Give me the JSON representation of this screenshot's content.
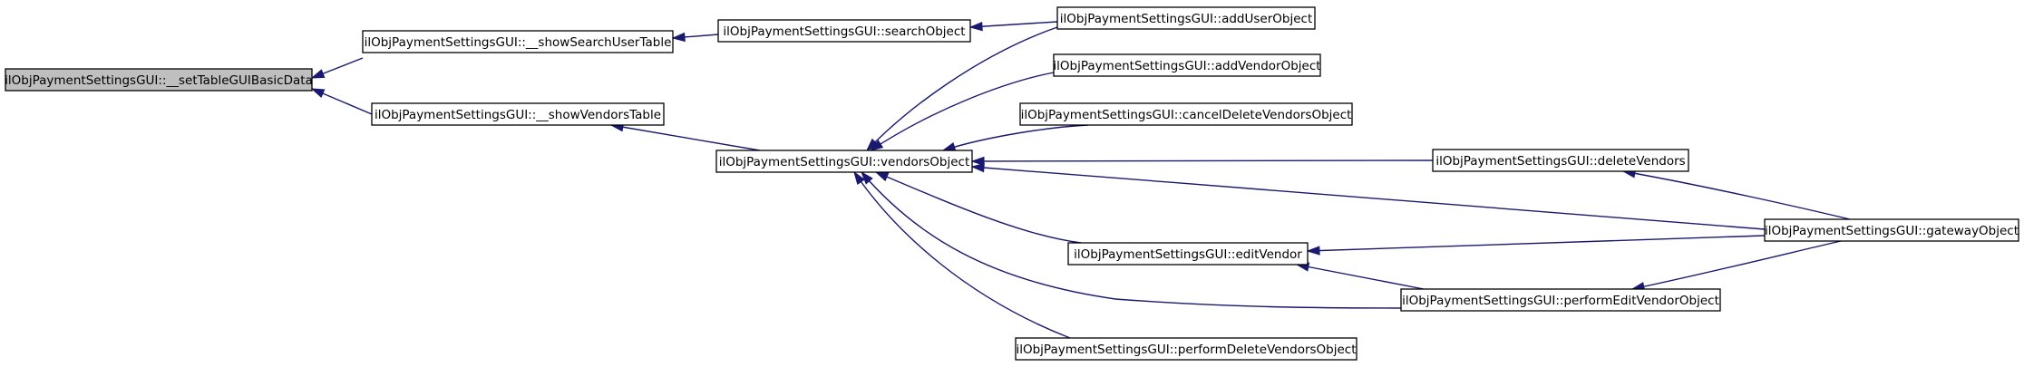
{
  "nodes": [
    {
      "id": "setTableGUIBasicData",
      "label": "ilObjPaymentSettingsGUI::__setTableGUIBasicData",
      "highlight": true
    },
    {
      "id": "showSearchUserTable",
      "label": "ilObjPaymentSettingsGUI::__showSearchUserTable"
    },
    {
      "id": "showVendorsTable",
      "label": "ilObjPaymentSettingsGUI::__showVendorsTable"
    },
    {
      "id": "searchObject",
      "label": "ilObjPaymentSettingsGUI::searchObject"
    },
    {
      "id": "vendorsObject",
      "label": "ilObjPaymentSettingsGUI::vendorsObject"
    },
    {
      "id": "addUserObject",
      "label": "ilObjPaymentSettingsGUI::addUserObject"
    },
    {
      "id": "addVendorObject",
      "label": "ilObjPaymentSettingsGUI::addVendorObject"
    },
    {
      "id": "cancelDeleteVendorsObject",
      "label": "ilObjPaymentSettingsGUI::cancelDeleteVendorsObject"
    },
    {
      "id": "editVendor",
      "label": "ilObjPaymentSettingsGUI::editVendor"
    },
    {
      "id": "performDeleteVendorsObject",
      "label": "ilObjPaymentSettingsGUI::performDeleteVendorsObject"
    },
    {
      "id": "deleteVendors",
      "label": "ilObjPaymentSettingsGUI::deleteVendors"
    },
    {
      "id": "performEditVendorObject",
      "label": "ilObjPaymentSettingsGUI::performEditVendorObject"
    },
    {
      "id": "gatewayObject",
      "label": "ilObjPaymentSettingsGUI::gatewayObject"
    }
  ],
  "edges": [
    {
      "from": "setTableGUIBasicData",
      "to": "showSearchUserTable"
    },
    {
      "from": "setTableGUIBasicData",
      "to": "showVendorsTable"
    },
    {
      "from": "showSearchUserTable",
      "to": "searchObject"
    },
    {
      "from": "showVendorsTable",
      "to": "vendorsObject"
    },
    {
      "from": "searchObject",
      "to": "addUserObject"
    },
    {
      "from": "vendorsObject",
      "to": "addUserObject"
    },
    {
      "from": "vendorsObject",
      "to": "addVendorObject"
    },
    {
      "from": "vendorsObject",
      "to": "cancelDeleteVendorsObject"
    },
    {
      "from": "vendorsObject",
      "to": "deleteVendors"
    },
    {
      "from": "vendorsObject",
      "to": "gatewayObject"
    },
    {
      "from": "vendorsObject",
      "to": "editVendor"
    },
    {
      "from": "vendorsObject",
      "to": "performEditVendorObject"
    },
    {
      "from": "vendorsObject",
      "to": "performDeleteVendorsObject"
    },
    {
      "from": "deleteVendors",
      "to": "gatewayObject"
    },
    {
      "from": "editVendor",
      "to": "gatewayObject"
    },
    {
      "from": "editVendor",
      "to": "performEditVendorObject"
    },
    {
      "from": "performEditVendorObject",
      "to": "gatewayObject"
    }
  ],
  "colors": {
    "edge": "#191970",
    "highlight_fill": "#bfbfbf",
    "node_fill": "#ffffff",
    "node_stroke": "#000000"
  }
}
